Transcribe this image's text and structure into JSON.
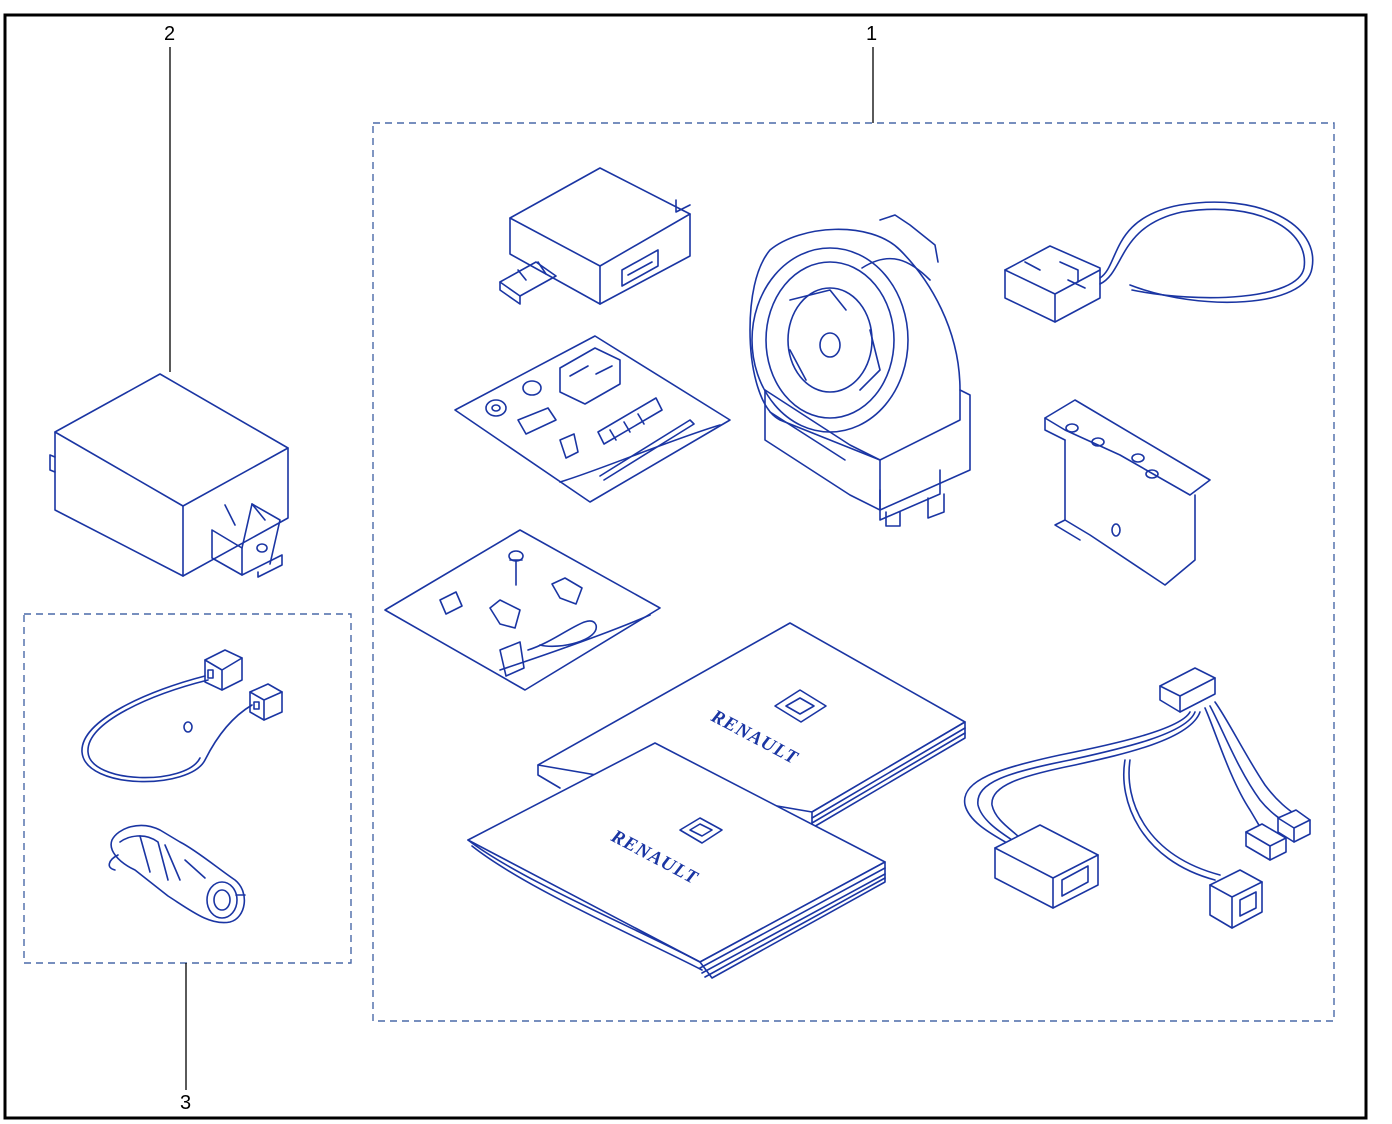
{
  "diagram": {
    "callouts": [
      "1",
      "2",
      "3"
    ],
    "brand_text": "RENAULT",
    "colors": {
      "ink": "#1a35a3",
      "frame": "#000000",
      "dash": "#4a6aa8",
      "background": "#ffffff"
    }
  }
}
